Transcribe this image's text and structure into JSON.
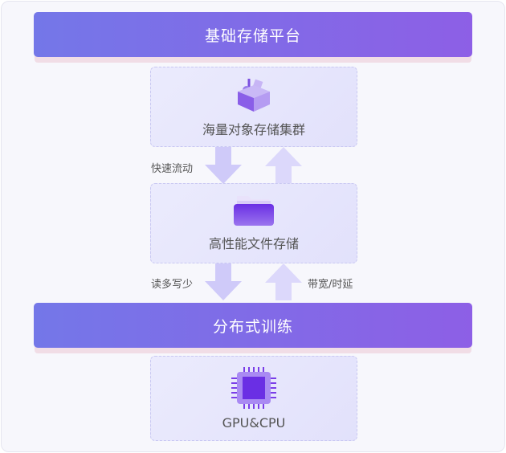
{
  "top_bar": {
    "label": "基础存储平台"
  },
  "object_storage": {
    "label": "海量对象存储集群",
    "icon": "package-icon"
  },
  "file_storage": {
    "label": "高性能文件存储",
    "icon": "folder-icon"
  },
  "training_bar": {
    "label": "分布式训练"
  },
  "compute": {
    "label": "GPU&CPU",
    "icon": "chip-icon"
  },
  "arrow_labels": {
    "fast_flow": "快速流动",
    "read_heavy": "读多写少",
    "bandwidth_latency": "带宽/时延"
  },
  "colors": {
    "bar_start": "#7477e8",
    "bar_end": "#8d5fe6",
    "arrow": "#cfcaf9",
    "box_bg": "#e6e5fc"
  }
}
